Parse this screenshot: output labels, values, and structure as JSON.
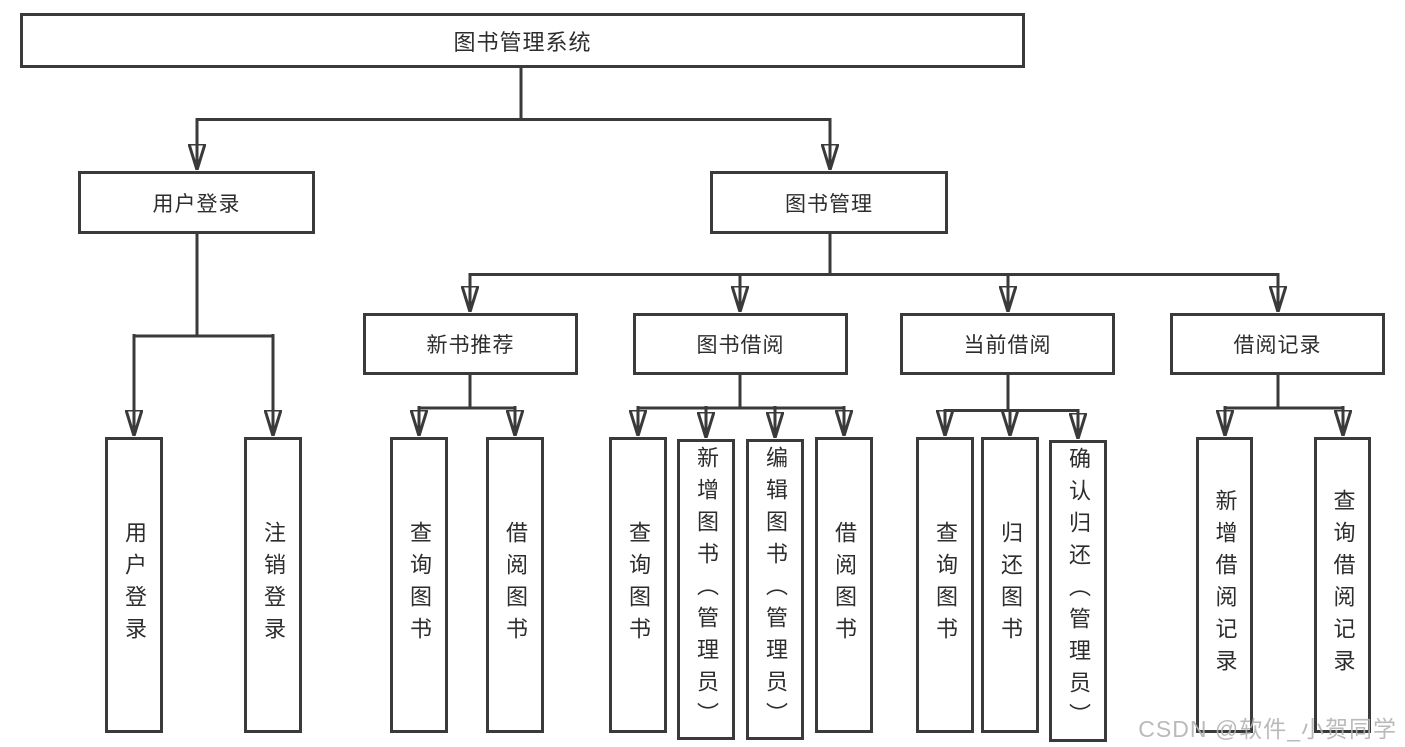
{
  "diagram": {
    "type": "hierarchy-tree",
    "colors": {
      "line": "#3a3a3a",
      "border": "#3a3a3a",
      "text": "#2d2d2d",
      "background": "#ffffff",
      "watermark_text_color": "#b3b3b3"
    },
    "nodes": {
      "root": "图书管理系统",
      "user_login": "用户登录",
      "book_mgmt": "图书管理",
      "new_book": "新书推荐",
      "book_borrow": "图书借阅",
      "current_borrow": "当前借阅",
      "borrow_record": "借阅记录",
      "leaves": {
        "user_login": [
          "用户登录",
          "注销登录"
        ],
        "new_book": [
          "查询图书",
          "借阅图书"
        ],
        "book_borrow": [
          "查询图书",
          "新增图书（管理员）",
          "编辑图书（管理员）",
          "借阅图书"
        ],
        "current_borrow": [
          "查询图书",
          "归还图书",
          "确认归还（管理员）"
        ],
        "borrow_record": [
          "新增借阅记录",
          "查询借阅记录"
        ]
      }
    },
    "watermark": "CSDN @软件_小贺同学"
  }
}
